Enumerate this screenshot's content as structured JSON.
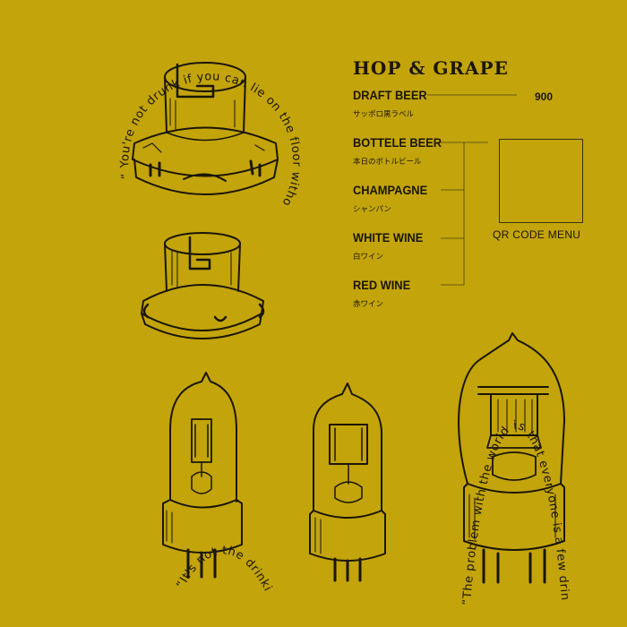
{
  "menu": {
    "title": "HOP & GRAPE",
    "items": [
      {
        "name": "DRAFT BEER",
        "sub": "サッポロ黒ラベル"
      },
      {
        "name": "BOTTELE BEER",
        "sub": "本日のボトルビール"
      },
      {
        "name": "CHAMPAGNE",
        "sub": "シャンパン"
      },
      {
        "name": "WHITE WINE",
        "sub": "白ワイン"
      },
      {
        "name": "RED WINE",
        "sub": "赤ワイン"
      }
    ],
    "draft_price": "900",
    "qr_label": "QR CODE MENU"
  },
  "quotes": {
    "q1": "“ You're not drunk if you can lie on the floor without holding on.” -Dean Martin",
    "q2": "“It's not the drinking to be blamed, but the excess” John Selden",
    "q3": "“The problem with the world is that everyone is a few drinks behind.” -Humphrey Bogart"
  },
  "colors": {
    "background": "#c3a40a",
    "ink": "#1a1608"
  },
  "icons": [
    "lamp-socket-large-icon",
    "lamp-socket-small-icon",
    "vacuum-tube-left-icon",
    "vacuum-tube-middle-icon",
    "vacuum-tube-right-icon"
  ]
}
